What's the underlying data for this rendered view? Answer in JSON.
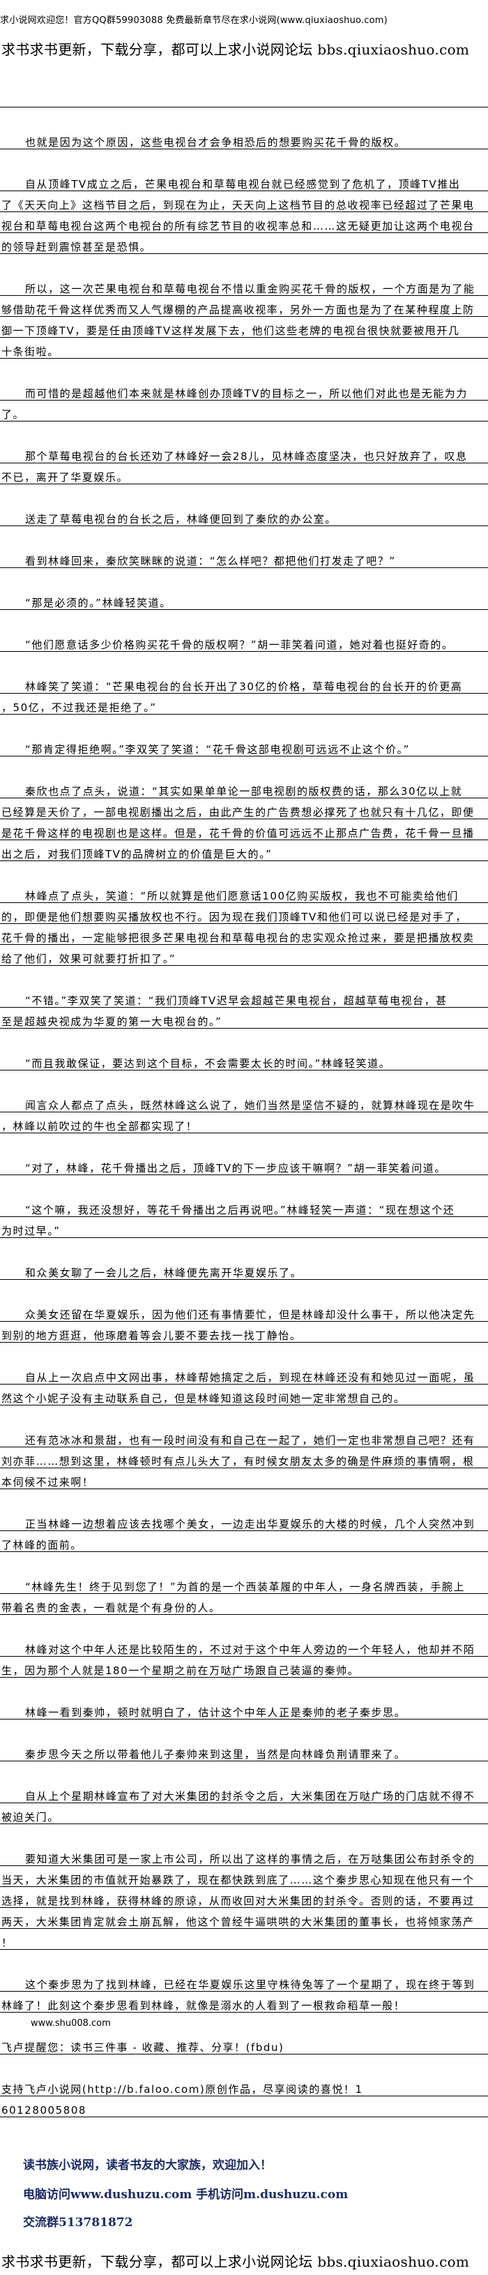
{
  "header": {
    "welcome": "求小说网欢迎您！官方QQ群59903088 免费最新章节尽在求小说网(www.qiuxiaoshuo.com)",
    "forum": "求书求书更新，下载分享，都可以上求小说网论坛 bbs.qiuxiaoshuo.com"
  },
  "paragraphs": [
    [
      "也就是因为这个原因，这些电视台才会争相恐后的想要购买花千骨的版权。"
    ],
    [
      "自从顶峰TV成立之后，芒果电视台和草莓电视台就已经感觉到了危机了，顶峰TV推出",
      "了《天天向上》这档节目之后，到现在为止，天天向上这档节目的总收视率已经超过了芒果电",
      "视台和草莓电视台这两个电视台的所有综艺节目的收视率总和……这无疑更加让这两个电视台",
      "的领导赶到震惊甚至是恐惧。"
    ],
    [
      "所以，这一次芒果电视台和草莓电视台不惜以重金购买花千骨的版权，一个方面是为了能",
      "够借助花千骨这样优秀而又人气爆棚的产品提高收视率，另外一方面也是为了在某种程度上防",
      "御一下顶峰TV，要是任由顶峰TV这样发展下去，他们这些老牌的电视台很快就要被甩开几",
      "十条街啦。"
    ],
    [
      "而可惜的是超越他们本来就是林峰创办顶峰TV的目标之一，所以他们对此也是无能为力",
      "了。"
    ],
    [
      "那个草莓电视台的台长还劝了林峰好一会28儿，见林峰态度坚决，也只好放弃了，叹息",
      "不已，离开了华夏娱乐。"
    ],
    [
      "送走了草莓电视台的台长之后，林峰便回到了秦欣的办公室。"
    ],
    [
      "看到林峰回来，秦欣笑眯眯的说道：“怎么样吧？都把他们打发走了吧？”"
    ],
    [
      "“那是必须的。”林峰轻笑道。"
    ],
    [
      "“他们愿意话多少价格购买花千骨的版权啊？”胡一菲笑着问道，她对着也挺好奇的。"
    ],
    [
      "林峰笑了笑道：“芒果电视台的台长开出了30亿的价格，草莓电视台的台长开的价更高",
      "，50亿，不过我还是拒绝了。”"
    ],
    [
      "“那肯定得拒绝啊。”李双笑了笑道：“花千骨这部电视剧可远远不止这个价。”"
    ],
    [
      "秦欣也点了点头，说道：“其实如果单单论一部电视剧的版权费的话，那么30亿以上就",
      "已经算是天价了，一部电视剧播出之后，由此产生的广告费想必撑死了也就只有十几亿，即便",
      "是花千骨这样的电视剧也是这样。但是，花千骨的价值可远远不止那点广告费，花千骨一旦播",
      "出之后，对我们顶峰TV的品牌树立的价值是巨大的。”"
    ],
    [
      "林峰点了点头，笑道：“所以就算是他们愿意话100亿购买版权，我也不可能卖给他们",
      "的，即便是他们想要购买播放权也不行。因为现在我们顶峰TV和他们可以说已经是对手了，",
      "花千骨的播出，一定能够把很多芒果电视台和草莓电视台的忠实观众抢过来，要是把播放权卖",
      "给了他们，效果可就要打折扣了。”"
    ],
    [
      "“不错。”李双笑了笑道：“我们顶峰TV迟早会超越芒果电视台，超越草莓电视台，甚",
      "至是超越央视成为华夏的第一大电视台的。”"
    ],
    [
      "“而且我敢保证，要达到这个目标，不会需要太长的时间。”林峰轻笑道。"
    ],
    [
      "闻言众人都点了点头，既然林峰这么说了，她们当然是坚信不疑的，就算林峰现在是吹牛",
      "，林峰以前吹过的牛也全部都实现了！"
    ],
    [
      "“对了，林峰，花千骨播出之后，顶峰TV的下一步应该干嘛啊？”胡一菲笑着问道。"
    ],
    [
      "“这个嘛，我还没想好，等花千骨播出之后再说吧。”林峰轻笑一声道：“现在想这个还",
      "为时过早。”"
    ],
    [
      "和众美女聊了一会儿之后，林峰便先离开华夏娱乐了。"
    ],
    [
      "众美女还留在华夏娱乐，因为他们还有事情要忙，但是林峰却没什么事干，所以他决定先",
      "到别的地方逛逛，他琢磨着等会儿要不要去找一找丁静怡。"
    ],
    [
      "自从上一次启点中文网出事，林峰帮她搞定之后，到现在林峰还没有和她见过一面呢，虽",
      "然这个小妮子没有主动联系自己，但是林峰知道这段时间她一定非常想自己的。"
    ],
    [
      "还有范冰冰和景甜，也有一段时间没有和自己在一起了，她们一定也非常想自己吧？还有",
      "刘亦菲……想到这里，林峰顿时有点儿头大了，有时候女朋友太多的确是件麻烦的事情啊，根",
      "本伺候不过来啊！"
    ],
    [
      "正当林峰一边想着应该去找哪个美女，一边走出华夏娱乐的大楼的时候，几个人突然冲到",
      "了林峰的面前。"
    ],
    [
      "“林峰先生！终于见到您了！”为首的是一个西装革履的中年人，一身名牌西装，手腕上",
      "带着名贵的金表，一看就是个有身份的人。"
    ],
    [
      "林峰对这个中年人还是比较陌生的，不过对于这个中年人旁边的一个年轻人，他却并不陌",
      "生，因为那个人就是180一个星期之前在万哒广场跟自己装逼的秦帅。"
    ],
    [
      "林峰一看到秦帅，顿时就明白了，估计这个中年人正是秦帅的老子秦步思。"
    ],
    [
      "秦步思今天之所以带着他儿子秦帅来到这里，当然是向林峰负荆请罪来了。"
    ],
    [
      "自从上个星期林峰宣布了对大米集团的封杀令之后，大米集团在万哒广场的门店就不得不",
      "被迫关门。"
    ],
    [
      "要知道大米集团可是一家上市公司，所以出了这样的事情之后，在万哒集团公布封杀令的",
      "当天，大米集团的市值就开始暴跌了，现在都快跌到底了……这个秦步思心知现在他只有一个",
      "选择，就是找到林峰，获得林峰的原谅，从而收回对大米集团的封杀令。否则的话，不要再过",
      "两天，大米集团肯定就会土崩瓦解，他这个曾经牛逼哄哄的大米集团的董事长，也将倾家荡产",
      "！"
    ],
    [
      "这个秦步思为了找到林峰，已经在华夏娱乐这里守株待兔等了一个星期了，现在终于等到",
      "林峰了！此刻这个秦步思看到林峰，就像是溺水的人看到了一根救命稻草一般！"
    ]
  ],
  "footer": {
    "site": "www.shu008.com",
    "reminder": "飞卢提醒您：读书三件事 - 收藏、推荐、分享！(fbdu)",
    "support": "支持飞卢小说网(http://b.faloo.com)原创作品，尽享阅读的喜悦！1",
    "number": "60128005808",
    "promo_line1": "读书族小说网，读者书友的大家族，欢迎加入！",
    "promo_line2": "电脑访问www.dushuzu.com 手机访问m.dushuzu.com",
    "promo_line3": "交流群513781872"
  },
  "colors": {
    "text": "#000000",
    "promo": "#1b2b63",
    "rule": "#000000"
  }
}
